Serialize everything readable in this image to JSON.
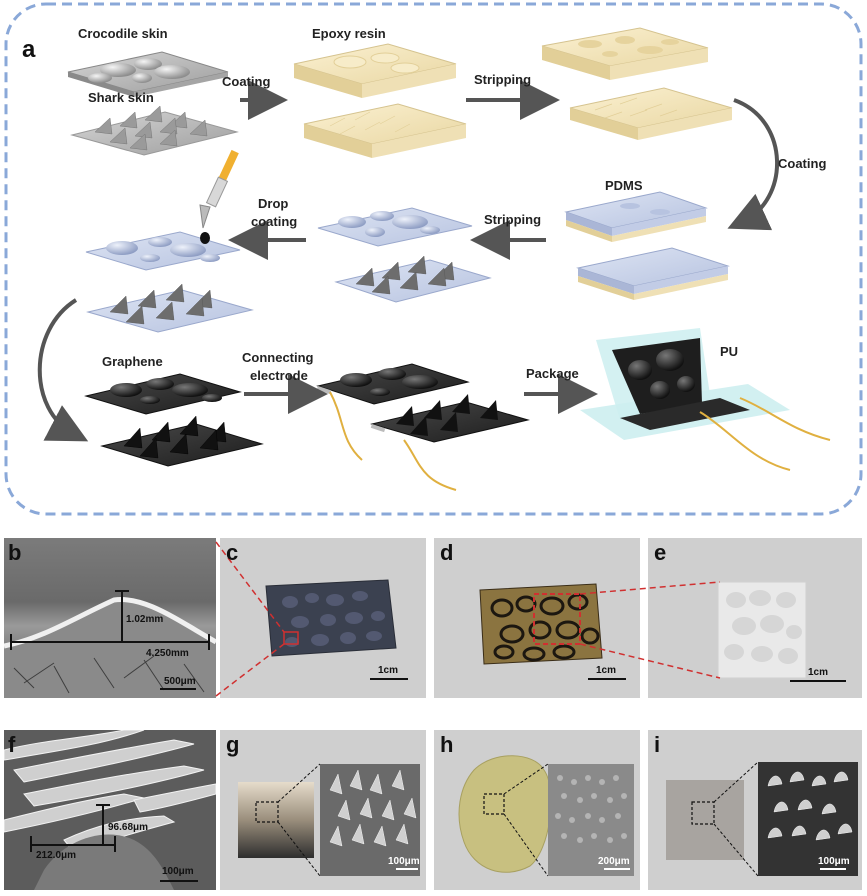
{
  "panel_a": {
    "letter": "a",
    "materials": {
      "crocodile_skin": "Crocodile skin",
      "shark_skin": "Shark skin",
      "epoxy_resin": "Epoxy resin",
      "pdms": "PDMS",
      "graphene": "Graphene",
      "pu": "PU"
    },
    "steps": {
      "coating_1": "Coating",
      "stripping_1": "Stripping",
      "coating_2": "Coating",
      "stripping_2": "Stripping",
      "drop_coating_line1": "Drop",
      "drop_coating_line2": "coating",
      "connecting_line1": "Connecting",
      "connecting_line2": "electrode",
      "package": "Package"
    },
    "colors": {
      "border": "#8aa8d8",
      "epoxy": "#f3e6bd",
      "pdms": "#c9d3ea",
      "graphene": "#2d2d2d",
      "arrow": "#5a5a5a",
      "wire": "#e0b040",
      "pu": "#cdeef0"
    }
  },
  "panels": {
    "b": {
      "letter": "b",
      "height_label": "1.02mm",
      "width_label": "4.250mm",
      "scale": "500μm"
    },
    "c": {
      "letter": "c",
      "scale": "1cm"
    },
    "d": {
      "letter": "d",
      "scale": "1cm"
    },
    "e": {
      "letter": "e",
      "scale": "1cm"
    },
    "f": {
      "letter": "f",
      "height_label": "96.68μm",
      "width_label": "212.0μm",
      "scale": "100μm"
    },
    "g": {
      "letter": "g",
      "scale": "100μm"
    },
    "h": {
      "letter": "h",
      "scale": "200μm"
    },
    "i": {
      "letter": "i",
      "scale": "100μm"
    }
  }
}
